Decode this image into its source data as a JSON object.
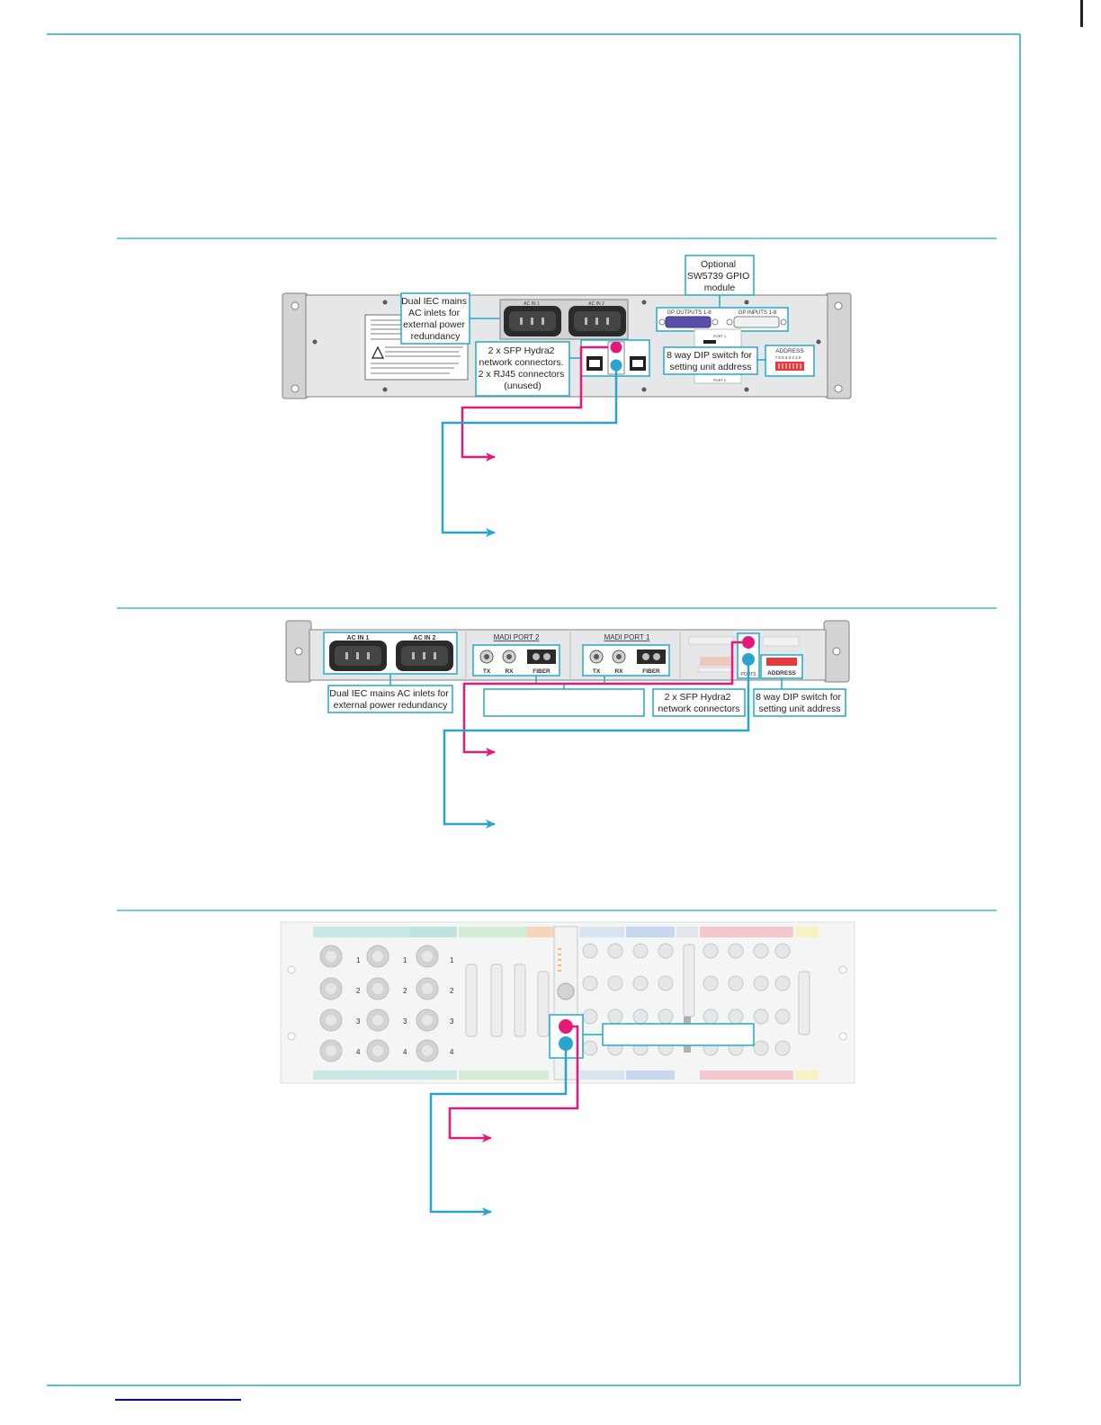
{
  "colors": {
    "rule": "#23a9c7",
    "magenta": "#e5197a",
    "cyan": "#29a4cf",
    "panel": "#e6e7e8",
    "panel_dark": "#bcbec0",
    "gpio_blue": "#5a4fa8",
    "dip_red": "#e33b3b"
  },
  "panel1": {
    "ac_in_1": "AC IN 1",
    "ac_in_2": "AC IN 2",
    "gp_outputs": "GP OUTPUTS 1-8",
    "gp_inputs": "GP INPUTS 1-8",
    "address": "ADDRESS",
    "address_digits": "7 6 5 4 3 2 1 0",
    "port1": "PORT 1",
    "port2": "PORT 2",
    "callout_ac": [
      "Dual IEC mains",
      "AC inlets for",
      "external power",
      "redundancy"
    ],
    "callout_gpio": [
      "Optional",
      "SW5739 GPIO",
      "module"
    ],
    "callout_sfp": [
      "2 x SFP Hydra2",
      "network connectors.",
      "2 x RJ45 connectors",
      "(unused)"
    ],
    "callout_dip": [
      "8 way DIP switch for",
      "setting unit address"
    ]
  },
  "panel2": {
    "ac_in_1": "AC IN 1",
    "ac_in_2": "AC IN 2",
    "madi_port_2": "MADI PORT 2",
    "madi_port_1": "MADI PORT 1",
    "tx": "TX",
    "rx": "RX",
    "fiber": "FIBER",
    "address": "ADDRESS",
    "ports": "PORTS",
    "callout_ac": [
      "Dual IEC mains AC inlets for",
      "external power redundancy"
    ],
    "callout_sfp": [
      "2 x SFP Hydra2",
      "network connectors"
    ],
    "callout_dip": [
      "8 way DIP switch for",
      "setting unit address"
    ]
  },
  "panel3": {
    "row_numbers": [
      "1",
      "2",
      "3",
      "4"
    ]
  }
}
